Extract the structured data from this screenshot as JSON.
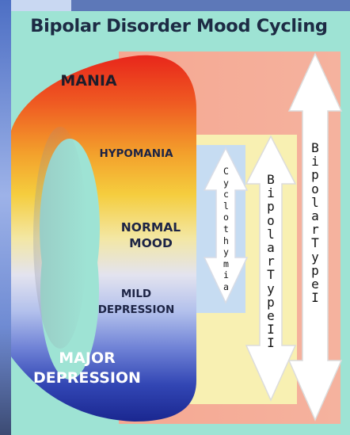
{
  "title": "Bipolar Disorder Mood Cycling",
  "states": {
    "mania": "MANIA",
    "hypomania": "HYPOMANIA",
    "normal_mood": "NORMAL MOOD",
    "mild_depression": "MILD DEPRESSION",
    "major_depression": "MAJOR DEPRESSION"
  },
  "ranges": {
    "cyclothymia": "Cyclothymia",
    "bipolar_type_2": "Bipolar Type II",
    "bipolar_type_1": "Bipolar Type I"
  },
  "colors": {
    "background": "#9ee3d4",
    "mania": "#e8261b",
    "hypomania": "#f3c136",
    "normal": "#f2e8a6",
    "depression": "#1e2f9c",
    "cyclothymia_band": "#c6dcf2",
    "type2_band": "#f8f0b2",
    "type1_band": "#f4a48d"
  }
}
